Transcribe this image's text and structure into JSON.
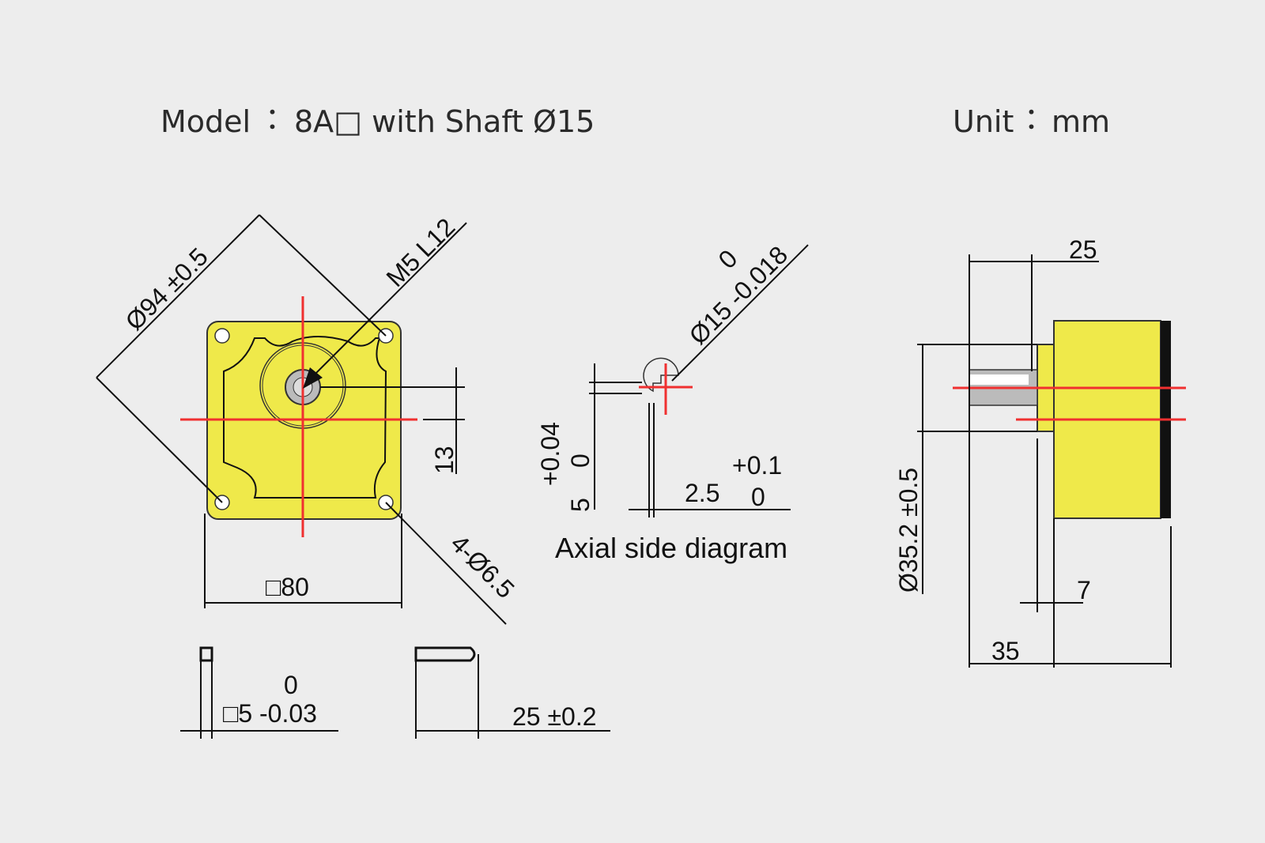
{
  "header": {
    "model_label": "Model",
    "model_value": "8A□ with Shaft  Ø15",
    "unit_label": "Unit",
    "unit_value": "mm",
    "separator": "："
  },
  "front_view": {
    "pcd": "Ø94 ±0.5",
    "tap": "M5 L12",
    "holes": "4-Ø6.5",
    "shaft_offset": "13",
    "square": "□80"
  },
  "axial_view": {
    "caption": "Axial side diagram",
    "shaft_dia": "Ø15 -0.018",
    "shaft_dia_upper": "0",
    "key_depth_upper": "+0.04",
    "key_depth_lower": "0",
    "key_depth": "5",
    "key_width": "2.5",
    "key_width_upper": "+0.1",
    "key_width_lower": "0"
  },
  "key_view": {
    "key_section": "□5 -0.03",
    "key_section_upper": "0",
    "key_length": "25 ±0.2"
  },
  "side_view": {
    "shaft_length": "25",
    "pilot_dia": "Ø35.2 ±0.5",
    "pilot_length": "7",
    "body_offset": "35"
  },
  "colors": {
    "body": "#efe94a",
    "centerline": "#f03030",
    "background": "#ededed"
  }
}
